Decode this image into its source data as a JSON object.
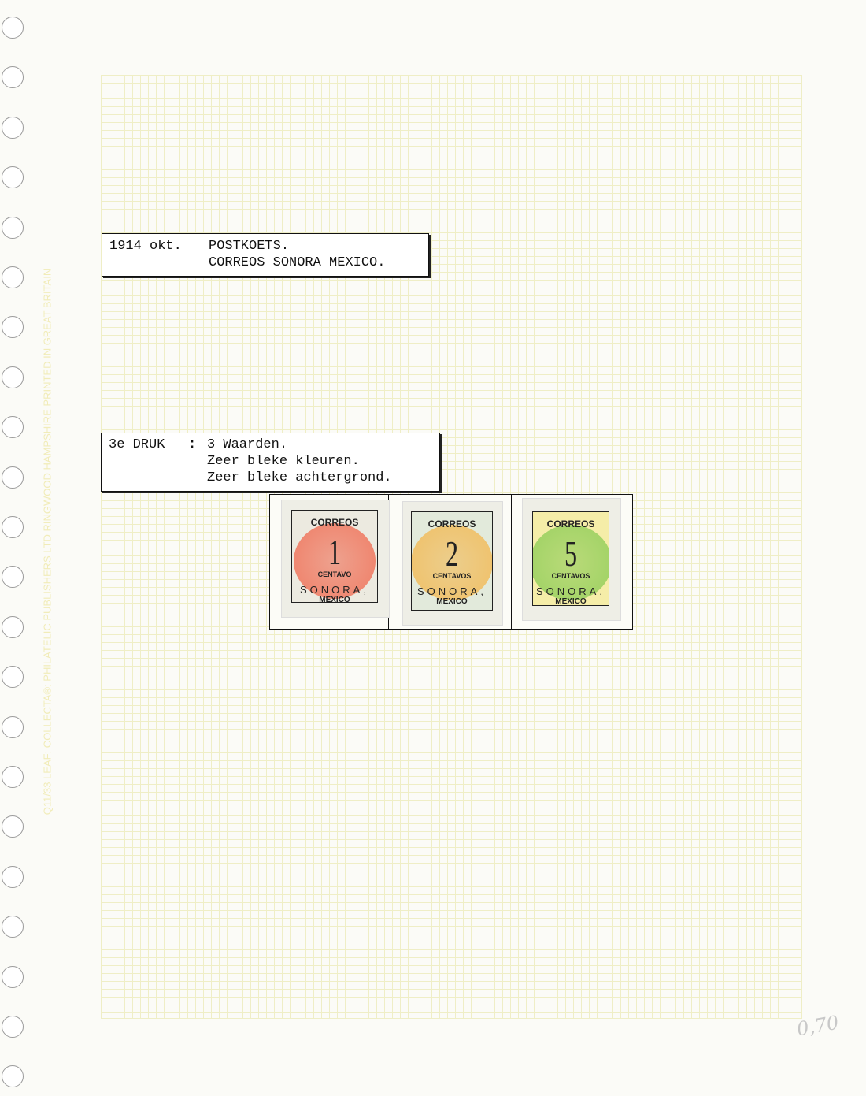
{
  "imprint": "Q11/33 LEAF: COLLECTA®: PHILATELIC PUBLISHERS LTD RINGWOOD HAMPSHIRE PRINTED IN GREAT BRITAIN",
  "header_label": {
    "date": "1914 okt.",
    "line1": "POSTKOETS.",
    "line2": "CORREOS SONORA MEXICO."
  },
  "print_label": {
    "title": "3e DRUK",
    "sep": ":",
    "lines": [
      "3 Waarden.",
      "Zeer bleke kleuren.",
      "Zeer bleke achtergrond."
    ]
  },
  "stamps": [
    {
      "top": "CORREOS",
      "value": "1",
      "unit": "CENTAVO",
      "state": "SONORA,",
      "country": "MEXICO",
      "color": "#f06a50",
      "bg": "#eceae0"
    },
    {
      "top": "CORREOS",
      "value": "2",
      "unit": "CENTAVOS",
      "state": "SONORA,",
      "country": "MEXICO",
      "color": "#f3b850",
      "bg": "#e2eadb"
    },
    {
      "top": "CORREOS",
      "value": "5",
      "unit": "CENTAVOS",
      "state": "SONORA,",
      "country": "MEXICO",
      "color": "#8ccc55",
      "bg": "#f5eda8"
    }
  ],
  "pencil_price": "0,70"
}
